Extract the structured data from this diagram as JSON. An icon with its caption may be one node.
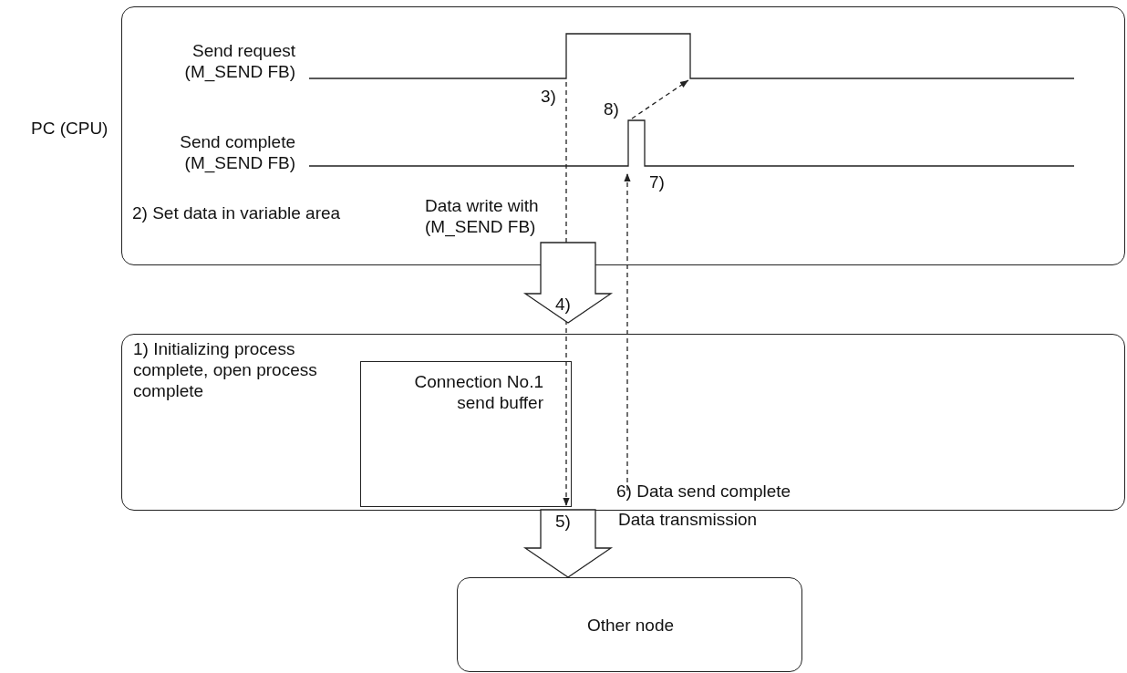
{
  "diagram": {
    "nodes": [
      {
        "text": [
          "PC (CPU)"
        ]
      },
      {
        "text": [
          "1) Initializing process complete, open process complete",
          "6) Data send complete"
        ]
      },
      {
        "text": [
          "Connection No.1 send buffer"
        ],
        "in": 1
      },
      {
        "text": [
          "Other node"
        ]
      }
    ],
    "edges": [
      {
        "from": 0,
        "to": 2,
        "arrow": "to",
        "style": "dashed",
        "label": "3)"
      },
      {
        "from": 1,
        "to": 0,
        "arrow": "to",
        "style": "dashed"
      },
      {
        "from": 0,
        "to": 1,
        "arrow": "to",
        "style": "thick",
        "label": "4)"
      },
      {
        "from": 1,
        "to": 3,
        "arrow": "to",
        "style": "thick",
        "label": "5)"
      }
    ],
    "labels": [
      "Send request (M_SEND FB)",
      "8)",
      "Send complete (M_SEND FB)",
      "7)",
      "2) Set data in variable area",
      "Data write with (M_SEND FB)",
      "Data transmission"
    ]
  }
}
